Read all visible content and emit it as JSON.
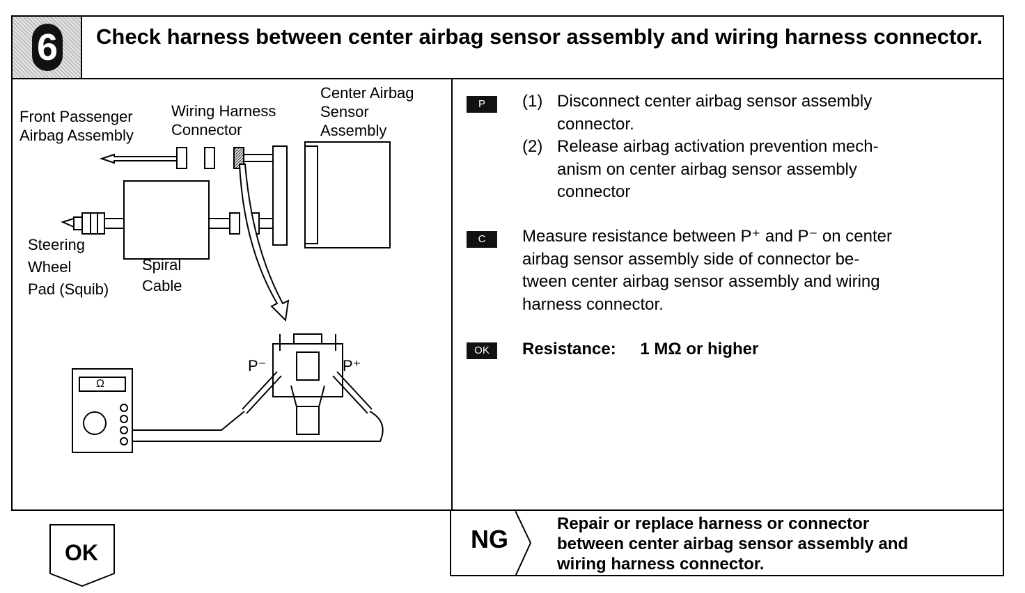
{
  "step": {
    "number": "6",
    "title": "Check harness between center airbag sensor assembly and wiring harness connector."
  },
  "diagram": {
    "front_passenger_line1": "Front Passenger",
    "front_passenger_line2": "Airbag Assembly",
    "wiring_harness_line1": "Wiring Harness",
    "wiring_harness_line2": "Connector",
    "center_sensor_line1": "Center Airbag",
    "center_sensor_line2": "Sensor",
    "center_sensor_line3": "Assembly",
    "steering_line1": "Steering",
    "steering_line2": "Wheel",
    "steering_line3": "Pad (Squib)",
    "spiral_line1": "Spiral",
    "spiral_line2": "Cable",
    "p_minus": "P⁻",
    "p_plus": "P⁺",
    "meter_symbol": "Ω"
  },
  "instructions": {
    "p_badge": "P",
    "c_badge": "C",
    "ok_badge": "OK",
    "p_step1_num": "(1)",
    "p_step1_line1": "Disconnect center airbag sensor assembly",
    "p_step1_line2": "connector.",
    "p_step2_num": "(2)",
    "p_step2_line1": "Release airbag activation prevention mech-",
    "p_step2_line2": "anism on center airbag sensor assembly",
    "p_step2_line3": "connector",
    "c_line1": "Measure resistance between P⁺ and P⁻ on center",
    "c_line2": "airbag sensor assembly side of connector be-",
    "c_line3": "tween center airbag sensor assembly and wiring",
    "c_line4": "harness connector.",
    "ok_label": "Resistance:",
    "ok_value": "1 MΩ or higher"
  },
  "result": {
    "ng_label": "NG",
    "ng_line1": "Repair or replace harness or connector",
    "ng_line2": "between center airbag sensor assembly and",
    "ng_line3": "wiring harness connector.",
    "ok_label": "OK"
  }
}
